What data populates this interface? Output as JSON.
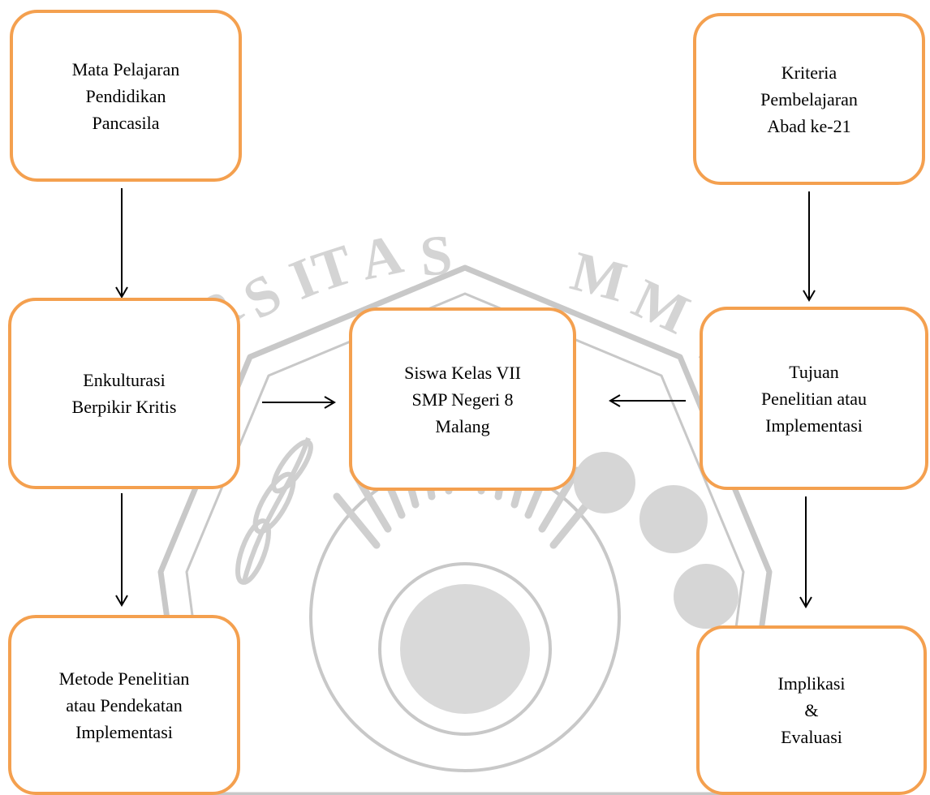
{
  "diagram": {
    "colors": {
      "box_border": "#F4A04F",
      "arrow": "#000000",
      "watermark": "#c8c8c8",
      "text": "#000000"
    },
    "nodes": [
      {
        "id": "mata-pelajaran",
        "lines": [
          "Mata Pelajaran",
          "Pendidikan",
          "Pancasila"
        ]
      },
      {
        "id": "kriteria",
        "lines": [
          "Kriteria",
          "Pembelajaran",
          "Abad ke-21"
        ]
      },
      {
        "id": "enkulturasi",
        "lines": [
          "Enkulturasi",
          "Berpikir Kritis"
        ]
      },
      {
        "id": "siswa",
        "lines": [
          "Siswa Kelas VII",
          "SMP Negeri 8",
          "Malang"
        ]
      },
      {
        "id": "tujuan",
        "lines": [
          "Tujuan",
          "Penelitian atau",
          "Implementasi"
        ]
      },
      {
        "id": "metode",
        "lines": [
          "Metode Penelitian",
          "atau Pendekatan",
          "Implementasi"
        ]
      },
      {
        "id": "implikasi",
        "lines": [
          "Implikasi",
          "&",
          "Evaluasi"
        ]
      }
    ],
    "edges": [
      {
        "from": "mata-pelajaran",
        "to": "enkulturasi"
      },
      {
        "from": "kriteria",
        "to": "tujuan"
      },
      {
        "from": "enkulturasi",
        "to": "siswa"
      },
      {
        "from": "tujuan",
        "to": "siswa"
      },
      {
        "from": "enkulturasi",
        "to": "metode"
      },
      {
        "from": "tujuan",
        "to": "implikasi"
      }
    ]
  }
}
